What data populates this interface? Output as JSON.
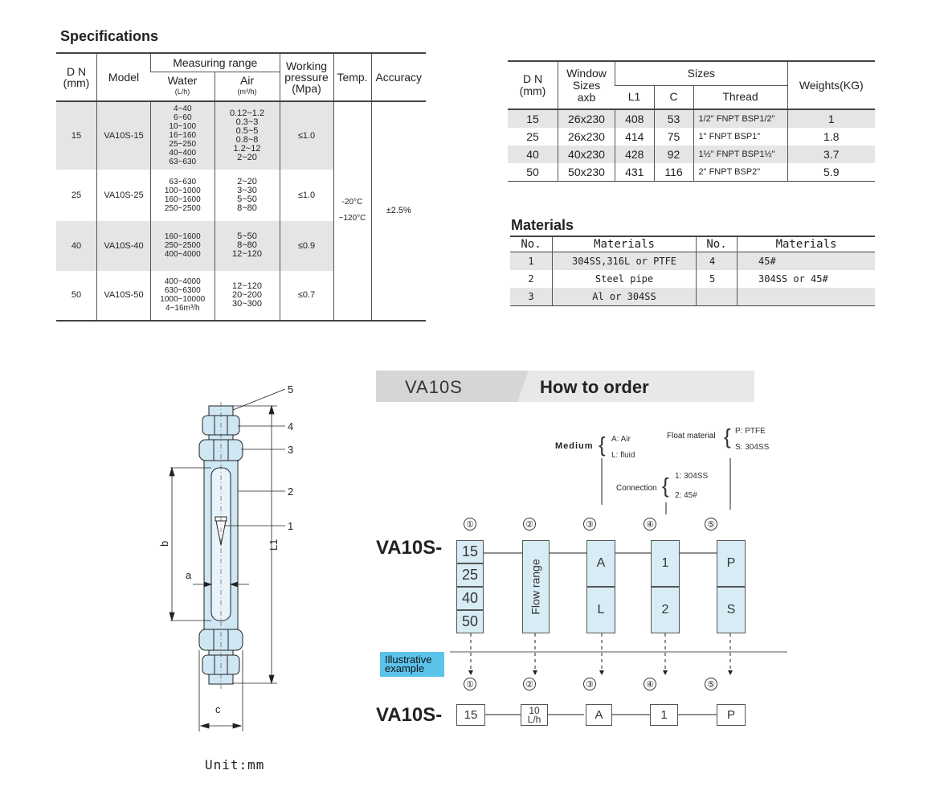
{
  "spec": {
    "title": "Specifications",
    "headers": {
      "dn": "D N",
      "dn_unit": "(mm)",
      "model": "Model",
      "range": "Measuring range",
      "water": "Water",
      "water_unit": "(L/h)",
      "air": "Air",
      "air_unit": "(m³/h)",
      "pressure": "Working pressure (Mpa)",
      "temp": "Temp.",
      "accuracy": "Accuracy"
    },
    "rows": [
      {
        "dn": "15",
        "model": "VA10S-15",
        "water": [
          "4~40",
          "6~60",
          "10~100",
          "16~160",
          "25~250",
          "40~400",
          "63~630"
        ],
        "air": [
          "0.12~1.2",
          "0.3~3",
          "0.5~5",
          "0.8~8",
          "1.2~12",
          "2~20"
        ],
        "pressure": "≤1.0"
      },
      {
        "dn": "25",
        "model": "VA10S-25",
        "water": [
          "63~630",
          "100~1000",
          "160~1600",
          "250~2500"
        ],
        "air": [
          "2~20",
          "3~30",
          "5~50",
          "8~80"
        ],
        "pressure": "≤1.0"
      },
      {
        "dn": "40",
        "model": "VA10S-40",
        "water": [
          "160~1600",
          "250~2500",
          "400~4000"
        ],
        "air": [
          "5~50",
          "8~80",
          "12~120"
        ],
        "pressure": "≤0.9"
      },
      {
        "dn": "50",
        "model": "VA10S-50",
        "water": [
          "400~4000",
          "630~6300",
          "1000~10000",
          "4~16m³/h"
        ],
        "air": [
          "12~120",
          "20~200",
          "30~300"
        ],
        "pressure": "≤0.7"
      }
    ],
    "temp": [
      "-20°C",
      "~120°C"
    ],
    "accuracy": "±2.5%"
  },
  "sizes": {
    "headers": {
      "dn": "D N",
      "dn_unit": "(mm)",
      "window": "Window Sizes",
      "window_sub": "axb",
      "sizes": "Sizes",
      "l1": "L1",
      "c": "C",
      "thread": "Thread",
      "weights": "Weights(KG)"
    },
    "rows": [
      {
        "dn": "15",
        "window": "26x230",
        "l1": "408",
        "c": "53",
        "thread": "1/2\" FNPT   BSP1/2\"",
        "weight": "1"
      },
      {
        "dn": "25",
        "window": "26x230",
        "l1": "414",
        "c": "75",
        "thread": "1\" FNPT    BSP1\"",
        "weight": "1.8"
      },
      {
        "dn": "40",
        "window": "40x230",
        "l1": "428",
        "c": "92",
        "thread": "1½\" FNPT  BSP1½\"",
        "weight": "3.7"
      },
      {
        "dn": "50",
        "window": "50x230",
        "l1": "431",
        "c": "116",
        "thread": "2\" FNPT    BSP2\"",
        "weight": "5.9"
      }
    ]
  },
  "materials": {
    "title": "Materials",
    "headers": {
      "no": "No.",
      "materials": "Materials"
    },
    "rows": [
      {
        "no1": "1",
        "m1": "304SS,316L or PTFE",
        "no2": "4",
        "m2": "45#"
      },
      {
        "no1": "2",
        "m1": "Steel pipe",
        "no2": "5",
        "m2": "304SS or 45#"
      },
      {
        "no1": "3",
        "m1": "Al or  304SS",
        "no2": "",
        "m2": ""
      }
    ]
  },
  "drawing": {
    "callouts": [
      "5",
      "4",
      "3",
      "2",
      "1"
    ],
    "dim_b": "b",
    "dim_a": "a",
    "dim_l1": "L1",
    "dim_c": "c",
    "unit": "Unit:mm"
  },
  "order": {
    "banner_model": "VA10S",
    "banner_title": "How to order",
    "prefix": "VA10S-",
    "medium_label": "Medium",
    "medium_opts": [
      "A: Air",
      "L: fluid"
    ],
    "float_label": "Float material",
    "float_opts": [
      "P: PTFE",
      "S: 304SS"
    ],
    "connection_label": "Connection",
    "connection_opts": [
      "1: 304SS",
      "2: 45#"
    ],
    "nums": [
      "①",
      "②",
      "③",
      "④",
      "⑤"
    ],
    "col1": [
      "15",
      "25",
      "40",
      "50"
    ],
    "col2": "Flow range",
    "col3": [
      "A",
      "L"
    ],
    "col4": [
      "1",
      "2"
    ],
    "col5": [
      "P",
      "S"
    ],
    "example_label": "Illustrative example",
    "example": [
      "15",
      "10 L/h",
      "A",
      "1",
      "P"
    ],
    "accent": "#5bc3ea"
  }
}
